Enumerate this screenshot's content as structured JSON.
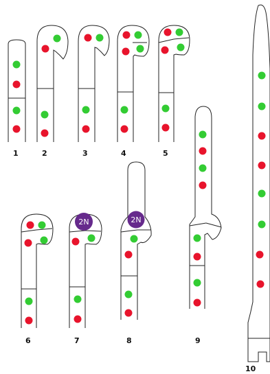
{
  "colors": {
    "green": "#33cc33",
    "red": "#e8142c",
    "zygote": "#662a8c"
  },
  "stages": [
    {
      "label": "1"
    },
    {
      "label": "2"
    },
    {
      "label": "3"
    },
    {
      "label": "4"
    },
    {
      "label": "5"
    },
    {
      "label": "6"
    },
    {
      "label": "7",
      "zygote": "2N"
    },
    {
      "label": "8",
      "zygote": "2N"
    },
    {
      "label": "9"
    },
    {
      "label": "10"
    }
  ]
}
